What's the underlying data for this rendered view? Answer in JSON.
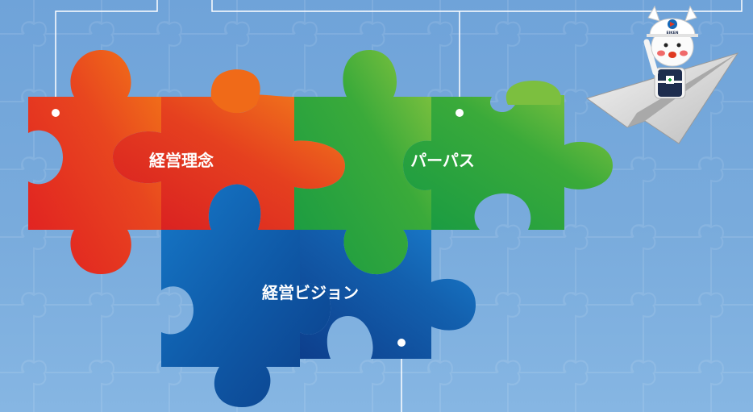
{
  "puzzle": {
    "pieces": [
      {
        "id": "philosophy",
        "label": "経営理念",
        "color": "#e03a22"
      },
      {
        "id": "purpose",
        "label": "パーパス",
        "color": "#33a63a"
      },
      {
        "id": "vision",
        "label": "経営ビジョン",
        "color": "#1668b8"
      }
    ]
  },
  "mascot": {
    "helmet_text": "EIKEN"
  },
  "colors": {
    "background": "#79abdc",
    "connector": "#ffffff",
    "red": "#e03a22",
    "orange": "#f07a16",
    "green": "#33a63a",
    "lime": "#8cc63f",
    "blue": "#1668b8",
    "navy": "#0e4a96"
  }
}
